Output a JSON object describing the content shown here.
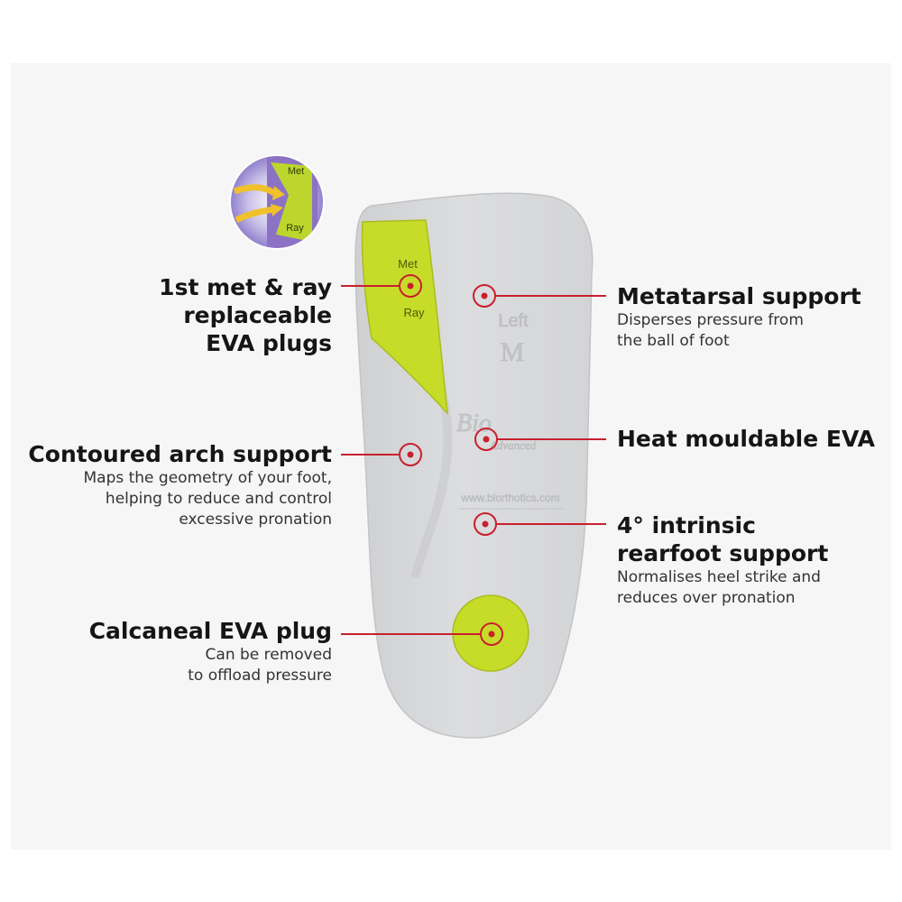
{
  "colors": {
    "accent": "#c8202e",
    "insole": "#d7d8da",
    "plug": "#c7dc29",
    "panel": "#f6f6f6"
  },
  "insole": {
    "plug_top_label": "Met",
    "plug_bottom_label": "Ray",
    "side_text": "Left",
    "size_text": "M",
    "brand": "Bio",
    "brand_sub": "Advanced",
    "url": "www.biorthotics.com",
    "inset_top_label": "Met",
    "inset_bottom_label": "Ray"
  },
  "callouts": {
    "met_ray": {
      "title_lines": [
        "1st met & ray",
        "replaceable",
        "EVA plugs"
      ]
    },
    "arch": {
      "title": "Contoured arch support",
      "desc_lines": [
        "Maps the geometry of your foot,",
        "helping to reduce and control",
        "excessive pronation"
      ]
    },
    "calcaneal": {
      "title": "Calcaneal EVA plug",
      "desc_lines": [
        "Can be removed",
        "to offload pressure"
      ]
    },
    "metatarsal": {
      "title": "Metatarsal support",
      "desc_lines": [
        "Disperses pressure from",
        "the ball of foot"
      ]
    },
    "heat": {
      "title": "Heat mouldable EVA"
    },
    "rearfoot": {
      "title_lines": [
        "4° intrinsic",
        "rearfoot support"
      ],
      "desc_lines": [
        "Normalises heel strike and",
        "reduces over pronation"
      ]
    }
  }
}
